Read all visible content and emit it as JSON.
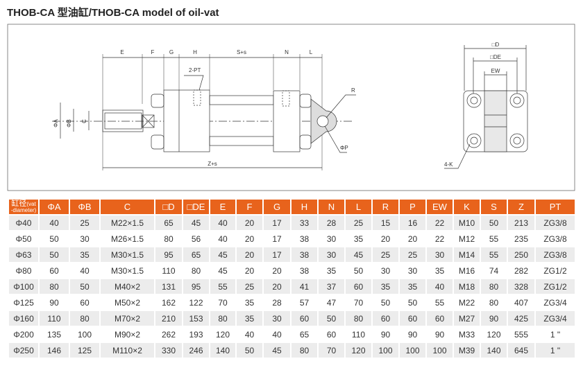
{
  "title": "THOB-CA 型油缸/THOB-CA model of oil-vat",
  "drawing": {
    "labels": {
      "E": "E",
      "F": "F",
      "G": "G",
      "H": "H",
      "Ss": "S+s",
      "N": "N",
      "L": "L",
      "PT": "2-PT",
      "R": "R",
      "A": "ΦA",
      "B": "ΦB",
      "C": "C",
      "Zs": "Z+s",
      "P": "ΦP",
      "D": "□D",
      "DE": "□DE",
      "EW": "EW",
      "K": "4-K"
    }
  },
  "table": {
    "header_first": {
      "cn": "缸径",
      "en1": "(vat",
      "en2": "-diameter)"
    },
    "headers": [
      "ΦA",
      "ΦB",
      "C",
      "□D",
      "□DE",
      "E",
      "F",
      "G",
      "H",
      "N",
      "L",
      "R",
      "P",
      "EW",
      "K",
      "S",
      "Z",
      "PT"
    ],
    "rows": [
      [
        "Φ40",
        "40",
        "25",
        "M22×1.5",
        "65",
        "45",
        "40",
        "20",
        "17",
        "33",
        "28",
        "25",
        "15",
        "16",
        "22",
        "M10",
        "50",
        "213",
        "ZG3/8"
      ],
      [
        "Φ50",
        "50",
        "30",
        "M26×1.5",
        "80",
        "56",
        "40",
        "20",
        "17",
        "38",
        "30",
        "35",
        "20",
        "20",
        "22",
        "M12",
        "55",
        "235",
        "ZG3/8"
      ],
      [
        "Φ63",
        "50",
        "35",
        "M30×1.5",
        "95",
        "65",
        "45",
        "20",
        "17",
        "38",
        "30",
        "45",
        "25",
        "25",
        "30",
        "M14",
        "55",
        "250",
        "ZG3/8"
      ],
      [
        "Φ80",
        "60",
        "40",
        "M30×1.5",
        "110",
        "80",
        "45",
        "20",
        "20",
        "38",
        "35",
        "50",
        "30",
        "30",
        "35",
        "M16",
        "74",
        "282",
        "ZG1/2"
      ],
      [
        "Φ100",
        "80",
        "50",
        "M40×2",
        "131",
        "95",
        "55",
        "25",
        "20",
        "41",
        "37",
        "60",
        "35",
        "35",
        "40",
        "M18",
        "80",
        "328",
        "ZG1/2"
      ],
      [
        "Φ125",
        "90",
        "60",
        "M50×2",
        "162",
        "122",
        "70",
        "35",
        "28",
        "57",
        "47",
        "70",
        "50",
        "50",
        "55",
        "M22",
        "80",
        "407",
        "ZG3/4"
      ],
      [
        "Φ160",
        "110",
        "80",
        "M70×2",
        "210",
        "153",
        "80",
        "35",
        "30",
        "60",
        "50",
        "80",
        "60",
        "60",
        "60",
        "M27",
        "90",
        "425",
        "ZG3/4"
      ],
      [
        "Φ200",
        "135",
        "100",
        "M90×2",
        "262",
        "193",
        "120",
        "40",
        "40",
        "65",
        "60",
        "110",
        "90",
        "90",
        "90",
        "M33",
        "120",
        "555",
        "1 \""
      ],
      [
        "Φ250",
        "146",
        "125",
        "M110×2",
        "330",
        "246",
        "140",
        "50",
        "45",
        "80",
        "70",
        "120",
        "100",
        "100",
        "100",
        "M39",
        "140",
        "645",
        "1 \""
      ]
    ]
  }
}
